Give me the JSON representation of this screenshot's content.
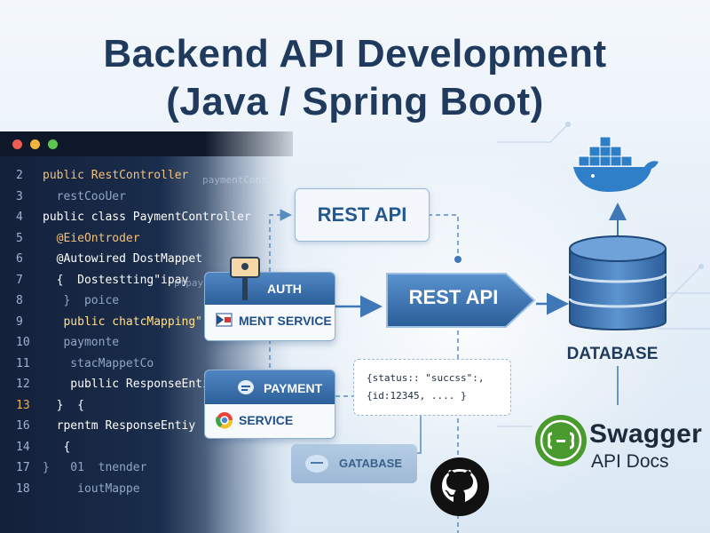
{
  "title": {
    "line1": "Backend API Development",
    "line2": "(Java / Spring Boot)"
  },
  "editor": {
    "window_buttons": [
      "close",
      "minimize",
      "maximize"
    ],
    "lines": [
      {
        "num": "2",
        "text": "public RestController",
        "style": "ann"
      },
      {
        "num": "3",
        "text": "  restCooUer",
        "style": "dim"
      },
      {
        "num": "4",
        "text": "public class PaymentController",
        "style": "kw"
      },
      {
        "num": "5",
        "text": "  @EieOntroder",
        "style": "ann"
      },
      {
        "num": "6",
        "text": "  @Autowired DostMappet",
        "style": "kw"
      },
      {
        "num": "7",
        "text": "  {  Dostestting\"ipay",
        "style": "kw"
      },
      {
        "num": "8",
        "text": "   }  poice",
        "style": "dim"
      },
      {
        "num": "9",
        "text": "   public chatcMapping\"",
        "style": "fn"
      },
      {
        "num": "10",
        "text": "   paymonte",
        "style": "dim"
      },
      {
        "num": "11",
        "text": "    stacMappetCo",
        "style": "dim"
      },
      {
        "num": "12",
        "text": "    publlic ResponseEnti",
        "style": "kw"
      },
      {
        "num": "13",
        "text": "  }  {",
        "style": "kw"
      },
      {
        "num": "16",
        "text": "  rpentm ResponseEntiy",
        "style": "kw"
      },
      {
        "num": "14",
        "text": "   {",
        "style": "kw"
      },
      {
        "num": "17",
        "text": "}   01  tnender",
        "style": "dim"
      },
      {
        "num": "18",
        "text": "     ioutMappe",
        "style": "dim"
      }
    ],
    "ghost_text": [
      "paymentCont",
      "ptpay"
    ]
  },
  "diagram": {
    "rest_api_top": "REST API",
    "rest_api_main": "REST API",
    "auth_card": {
      "header": "AUTH",
      "row": "MENT SERVICE"
    },
    "payment_card": {
      "header": "PAYMENT",
      "row": "SERVICE"
    },
    "json_response": {
      "line1": "{status:: \"succss\":,",
      "line2": "{id:12345, .... }"
    },
    "gatabase_label": "GATABASE",
    "database_label": "DATABASE",
    "swagger": {
      "name": "Swagger",
      "subtitle": "API Docs"
    }
  },
  "colors": {
    "title": "#1f3a5c",
    "accent_blue": "#2c5f9a",
    "swagger_green": "#4a9b2e",
    "editor_bg": "#13203a"
  },
  "icons": [
    "docker-whale-icon",
    "database-cylinder-icon",
    "github-octocat-icon",
    "swagger-logo-icon",
    "key-lock-icon"
  ]
}
